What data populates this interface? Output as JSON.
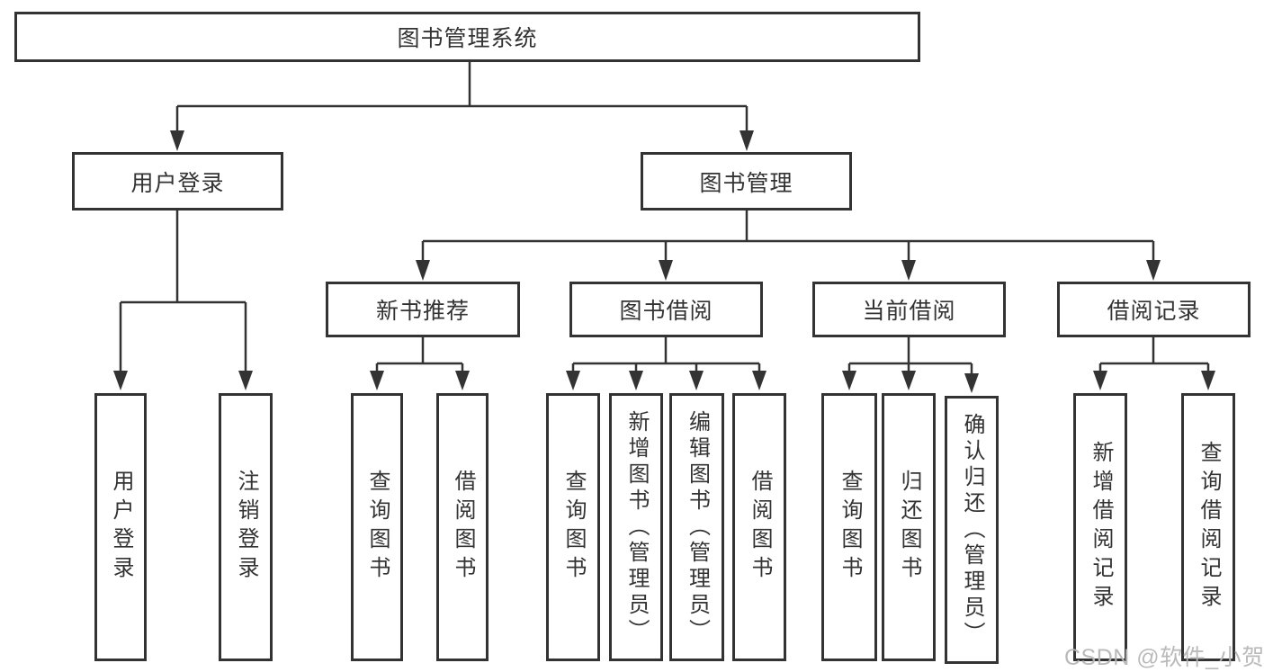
{
  "tree": {
    "label": "图书管理系统",
    "children": [
      {
        "label": "用户登录",
        "children": [
          {
            "label": "用户登录"
          },
          {
            "label": "注销登录"
          }
        ]
      },
      {
        "label": "图书管理",
        "children": [
          {
            "label": "新书推荐",
            "children": [
              {
                "label": "查询图书"
              },
              {
                "label": "借阅图书"
              }
            ]
          },
          {
            "label": "图书借阅",
            "children": [
              {
                "label": "查询图书"
              },
              {
                "label": "新增图书（管理员）"
              },
              {
                "label": "编辑图书（管理员）"
              },
              {
                "label": "借阅图书"
              }
            ]
          },
          {
            "label": "当前借阅",
            "children": [
              {
                "label": "查询图书"
              },
              {
                "label": "归还图书"
              },
              {
                "label": "确认归还（管理员）"
              }
            ]
          },
          {
            "label": "借阅记录",
            "children": [
              {
                "label": "新增借阅记录"
              },
              {
                "label": "查询借阅记录"
              }
            ]
          }
        ]
      }
    ]
  },
  "watermark": {
    "text": "CSDN @软件_小贺同学"
  },
  "colors": {
    "line": "#333333",
    "box_border": "#333333",
    "text": "#333333",
    "background": "#ffffff",
    "watermark": "#b6b6b6"
  }
}
